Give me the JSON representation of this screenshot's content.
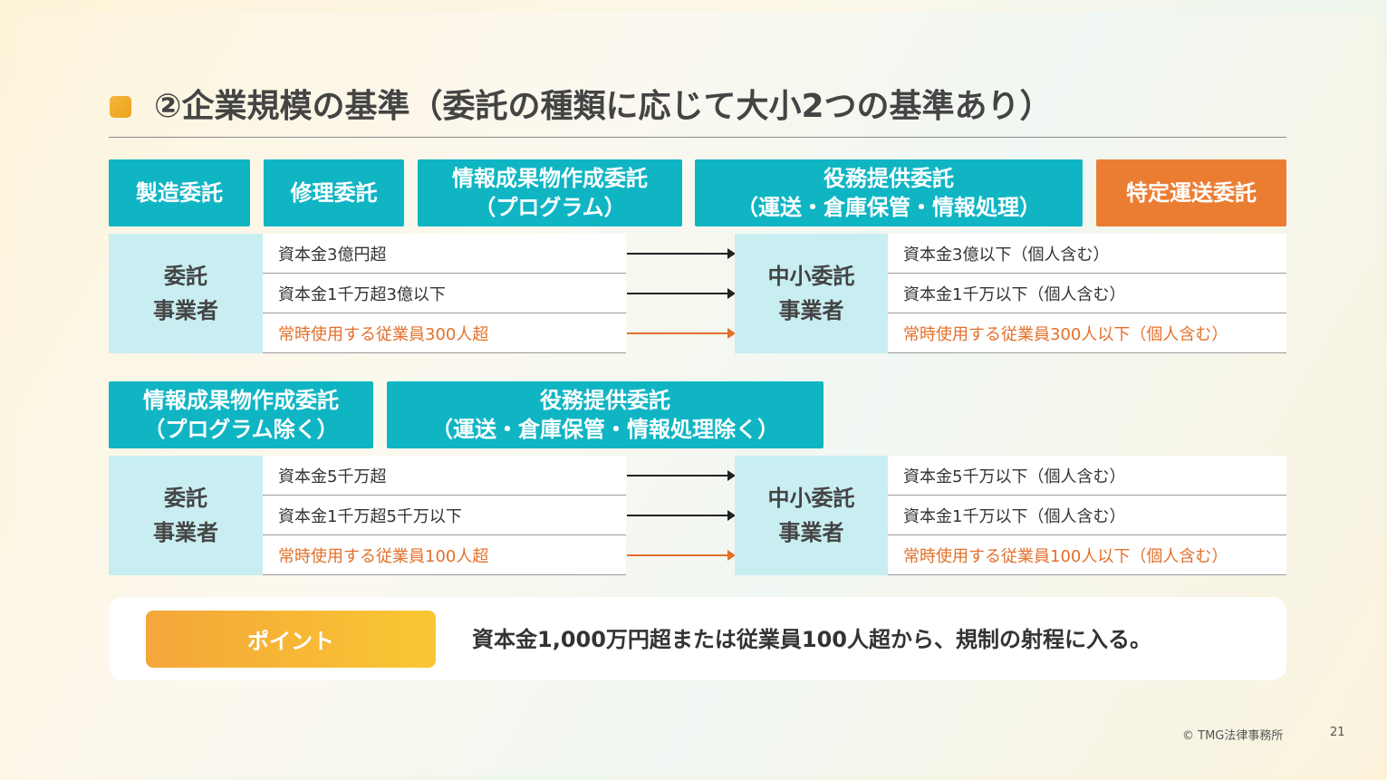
{
  "title": "②企業規模の基準（委託の種類に応じて大小2つの基準あり）",
  "section1": {
    "categories": [
      {
        "line1": "製造委託",
        "line2": ""
      },
      {
        "line1": "修理委託",
        "line2": ""
      },
      {
        "line1": "情報成果物作成委託",
        "line2": "（プログラム）"
      },
      {
        "line1": "役務提供委託",
        "line2": "（運送・倉庫保管・情報処理）"
      },
      {
        "line1": "特定運送委託",
        "line2": ""
      }
    ],
    "left_label": {
      "line1": "委託",
      "line2": "事業者"
    },
    "right_label": {
      "line1": "中小委託",
      "line2": "事業者"
    },
    "left_rows": [
      "資本金3億円超",
      "資本金1千万超3億以下",
      "常時使用する従業員300人超"
    ],
    "right_rows": [
      "資本金3億以下（個人含む）",
      "資本金1千万以下（個人含む）",
      "常時使用する従業員300人以下（個人含む）"
    ]
  },
  "section2": {
    "categories": [
      {
        "line1": "情報成果物作成委託",
        "line2": "（プログラム除く）"
      },
      {
        "line1": "役務提供委託",
        "line2": "（運送・倉庫保管・情報処理除く）"
      }
    ],
    "left_label": {
      "line1": "委託",
      "line2": "事業者"
    },
    "right_label": {
      "line1": "中小委託",
      "line2": "事業者"
    },
    "left_rows": [
      "資本金5千万超",
      "資本金1千万超5千万以下",
      "常時使用する従業員100人超"
    ],
    "right_rows": [
      "資本金5千万以下（個人含む）",
      "資本金1千万以下（個人含む）",
      "常時使用する従業員100人以下（個人含む）"
    ]
  },
  "point": {
    "badge": "ポイント",
    "text": "資本金1,000万円超または従業員100人超から、規制の射程に入る。"
  },
  "footer": {
    "copyright": "© TMG法律事務所",
    "page": "21"
  },
  "colors": {
    "teal": "#10b5c4",
    "orange": "#eb7d33",
    "light_teal": "#c9eef2",
    "highlight_text": "#e3702a"
  }
}
